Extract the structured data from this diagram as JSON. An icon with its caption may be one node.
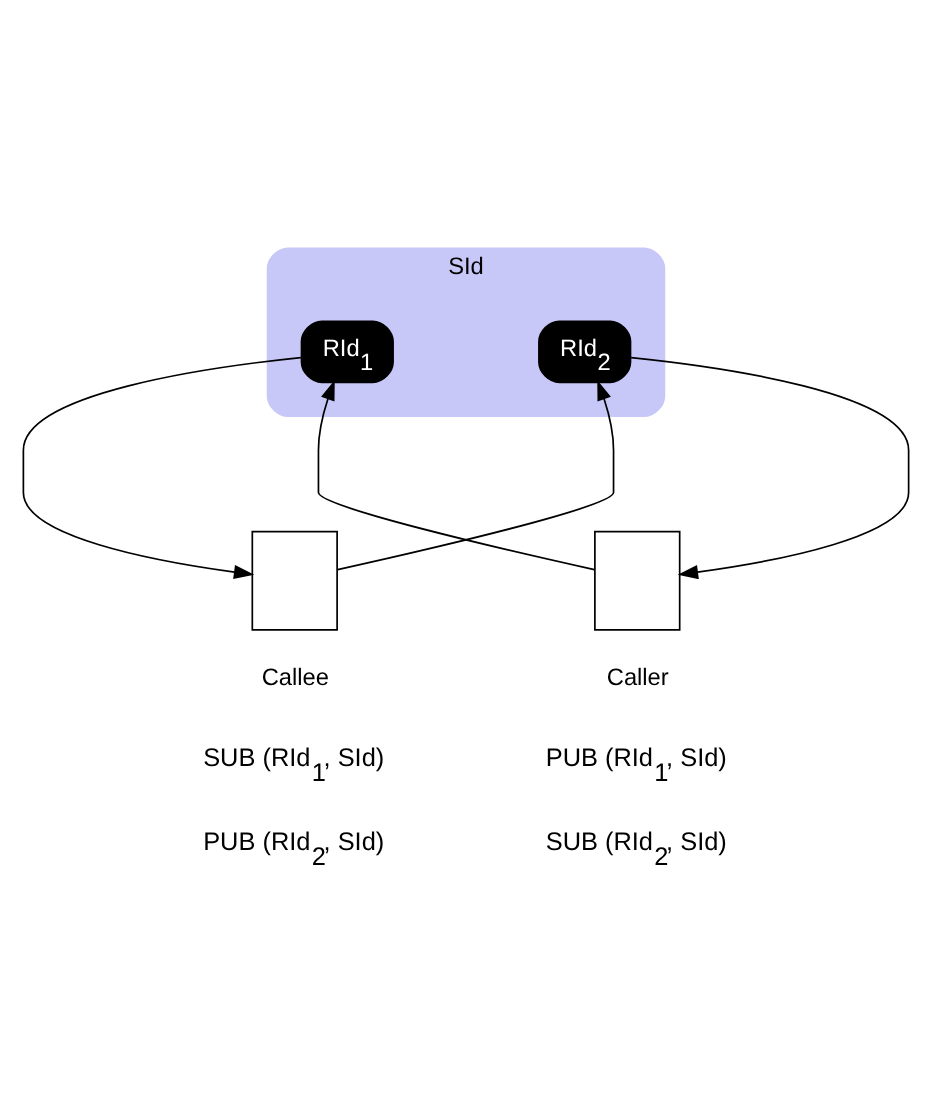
{
  "diagram": {
    "nodes": [
      {
        "text": [
          "SId"
        ]
      },
      {
        "text": [
          "RId$_{1}$"
        ],
        "in": 0
      },
      {
        "text": [
          "RId$_{2}$"
        ],
        "in": 0
      },
      {
        "text": [],
        "shape": "box",
        "beside": [
          "Callee"
        ]
      },
      {
        "text": [],
        "shape": "box",
        "beside": [
          "Caller"
        ]
      }
    ],
    "edges": [
      {
        "from": 1,
        "to": 3,
        "arrow": "to"
      },
      {
        "from": 3,
        "to": 2,
        "arrow": "to"
      },
      {
        "from": 2,
        "to": 4,
        "arrow": "to"
      },
      {
        "from": 4,
        "to": 1,
        "arrow": "to"
      }
    ],
    "labels": [
      "SUB (RId$_{1}$, SId)",
      "PUB (RId$_{1}$, SId)",
      "PUB (RId$_{2}$, SId)",
      "SUB (RId$_{2}$, SId)"
    ]
  }
}
